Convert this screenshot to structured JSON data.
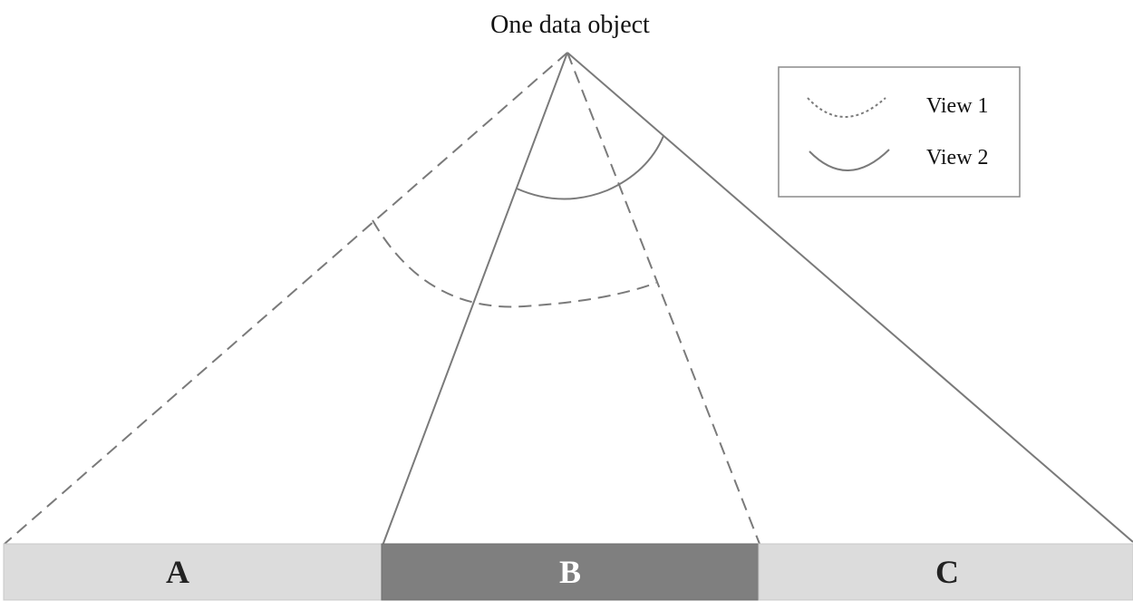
{
  "title": "One data object",
  "legend": {
    "items": [
      {
        "label": "View 1",
        "style": "dashed"
      },
      {
        "label": "View 2",
        "style": "solid"
      }
    ]
  },
  "segments": [
    {
      "label": "A",
      "fill": "#dcdcdc",
      "text_color": "#222222"
    },
    {
      "label": "B",
      "fill": "#7f7f7f",
      "text_color": "#ffffff"
    },
    {
      "label": "C",
      "fill": "#dcdcdc",
      "text_color": "#222222"
    }
  ],
  "colors": {
    "line": "#7a7a7a",
    "legend_border": "#8a8a8a"
  }
}
